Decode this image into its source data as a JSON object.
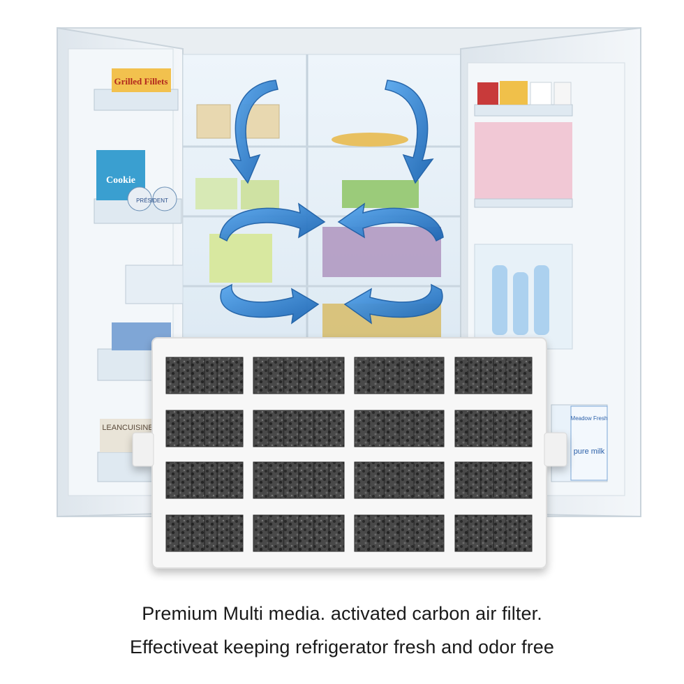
{
  "image": {
    "caption_line_1": "Premium Multi media. activated carbon air filter.",
    "caption_line_2": "Effectiveat keeping refrigerator fresh and odor free",
    "product_labels": {
      "grilled": "Grilled Fillets",
      "cookie": "Cookie",
      "president": "PRÉSIDENT",
      "leancuisine": "LEANCUISINE",
      "milk_brand": "Meadow Fresh",
      "milk_product": "pure milk"
    },
    "colors": {
      "arrow": "#2f86d6",
      "arrow_dark": "#1d66b3",
      "fridge_frame": "#e9eef2",
      "carbon": "#3a3a3a",
      "filter_frame": "#f6f6f6"
    }
  }
}
